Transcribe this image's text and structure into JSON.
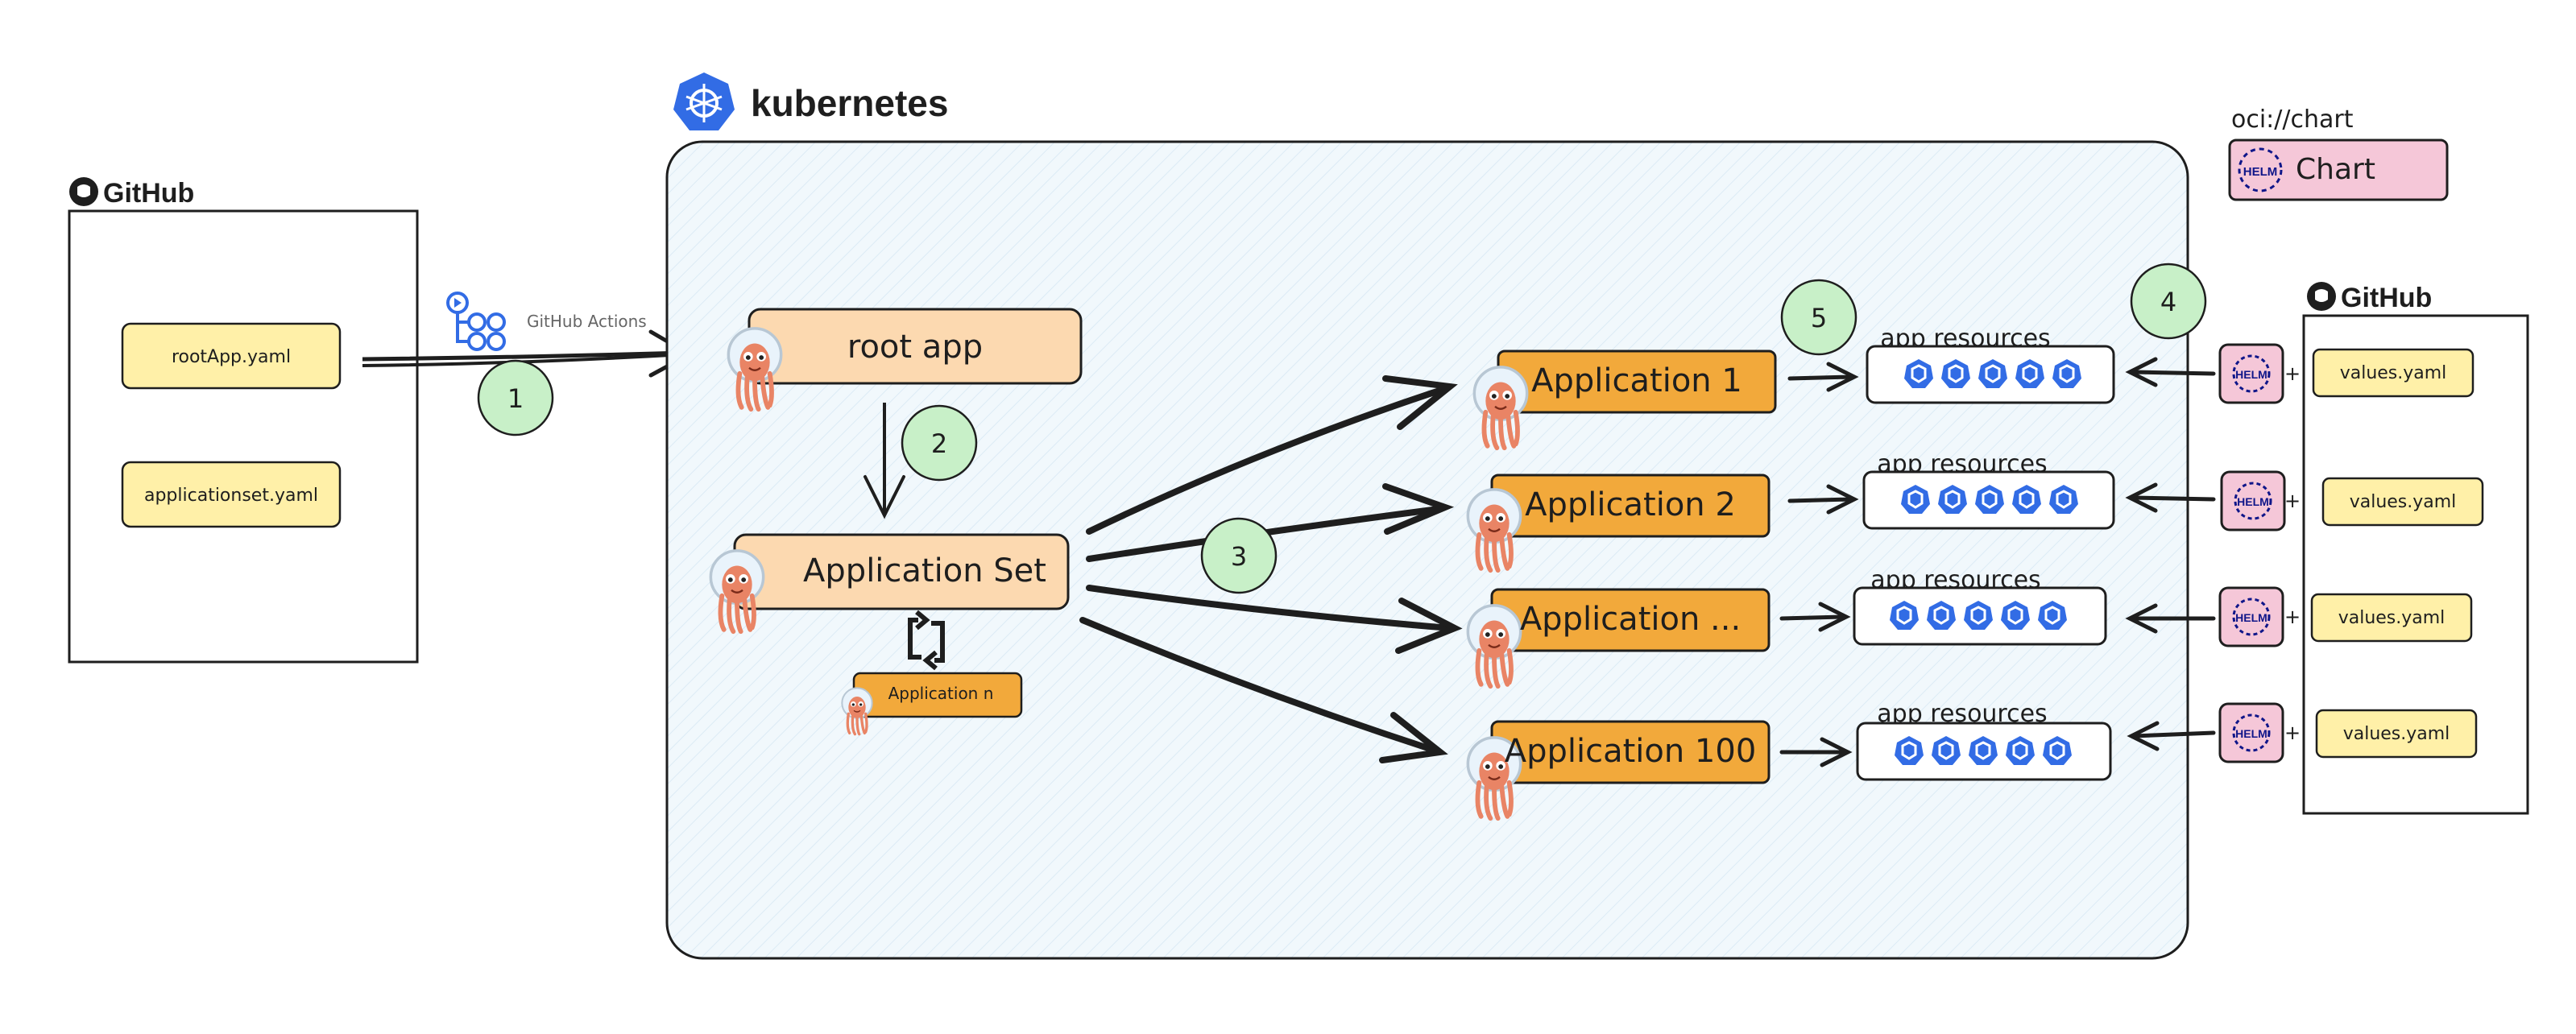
{
  "left_github": {
    "title": "GitHub",
    "files": [
      "rootApp.yaml",
      "applicationset.yaml"
    ]
  },
  "pipeline": {
    "label": "GitHub Actions"
  },
  "cluster": {
    "title": "kubernetes"
  },
  "root_app": {
    "label": "root app"
  },
  "app_set": {
    "label": "Application Set",
    "generated_label": "Application n"
  },
  "applications": [
    "Application 1",
    "Application 2",
    "Application ...",
    "Application 100"
  ],
  "resources": {
    "label": "app resources"
  },
  "steps": [
    "1",
    "2",
    "3",
    "4",
    "5"
  ],
  "oci": {
    "url": "oci://chart",
    "chart_label": "Chart",
    "helm_text": "HELM"
  },
  "right_github": {
    "title": "GitHub",
    "values_file": "values.yaml",
    "plus": "+"
  },
  "colors": {
    "file_yellow": "#fff0a8",
    "app_orange": "#f2a93b",
    "root_peach": "#fcd9b0",
    "step_green": "#c8f0c8",
    "k8s_blue": "#326ce5",
    "helm_pink": "#f5c7d8",
    "cluster_bg": "#eef6fb"
  }
}
